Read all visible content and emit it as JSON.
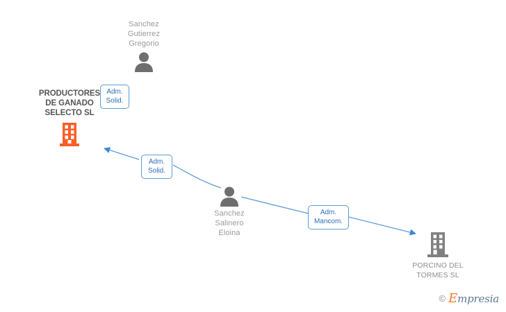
{
  "diagram": {
    "type": "corporate-relationship-graph",
    "background": "#ffffff",
    "edge_color": "#5b9bd5",
    "focal_company_color": "#fa5f28",
    "secondary_company_color": "#808080",
    "person_color": "#6e6e6e"
  },
  "nodes": {
    "person_top": {
      "kind": "person",
      "name": "Sanchez\nGutierrez\nGregorio",
      "icon": "person-icon"
    },
    "company_focal": {
      "kind": "company",
      "name": "PRODUCTORES\nDE GANADO\nSELECTO SL",
      "icon": "building-icon",
      "highlight": true
    },
    "person_center": {
      "kind": "person",
      "name": "Sanchez\nSalinero\nEloina",
      "icon": "person-icon"
    },
    "company_right": {
      "kind": "company",
      "name": "PORCINO DEL\nTORMES  SL",
      "icon": "building-icon",
      "highlight": false
    }
  },
  "relations": [
    {
      "id": "rel-top",
      "label": "Adm.\nSolid.",
      "from": "person_top",
      "to": "company_focal"
    },
    {
      "id": "rel-center-left",
      "label": "Adm.\nSolid.",
      "from": "person_center",
      "to": "company_focal"
    },
    {
      "id": "rel-center-right",
      "label": "Adm.\nMancom.",
      "from": "person_center",
      "to": "company_right"
    }
  ],
  "watermark": {
    "copyright": "©",
    "brand_first": "E",
    "brand_rest": "mpresia"
  }
}
